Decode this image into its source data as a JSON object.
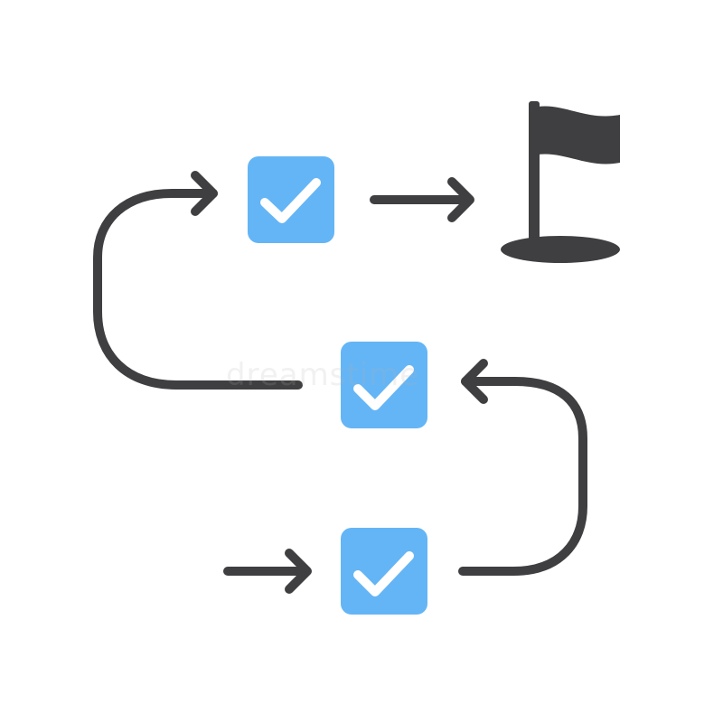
{
  "icon": {
    "name": "goal-roadmap-icon",
    "colors": {
      "stroke": "#3f3f41",
      "box": "#64b5f6",
      "check": "#ffffff",
      "flag": "#3f3f41",
      "background": "#ffffff"
    },
    "nodes": [
      {
        "name": "step-1-checkbox",
        "state": "checked"
      },
      {
        "name": "step-2-checkbox",
        "state": "checked"
      },
      {
        "name": "step-3-checkbox",
        "state": "checked"
      }
    ],
    "goal": "flag-icon"
  },
  "watermark": {
    "text": "dreamstime"
  }
}
